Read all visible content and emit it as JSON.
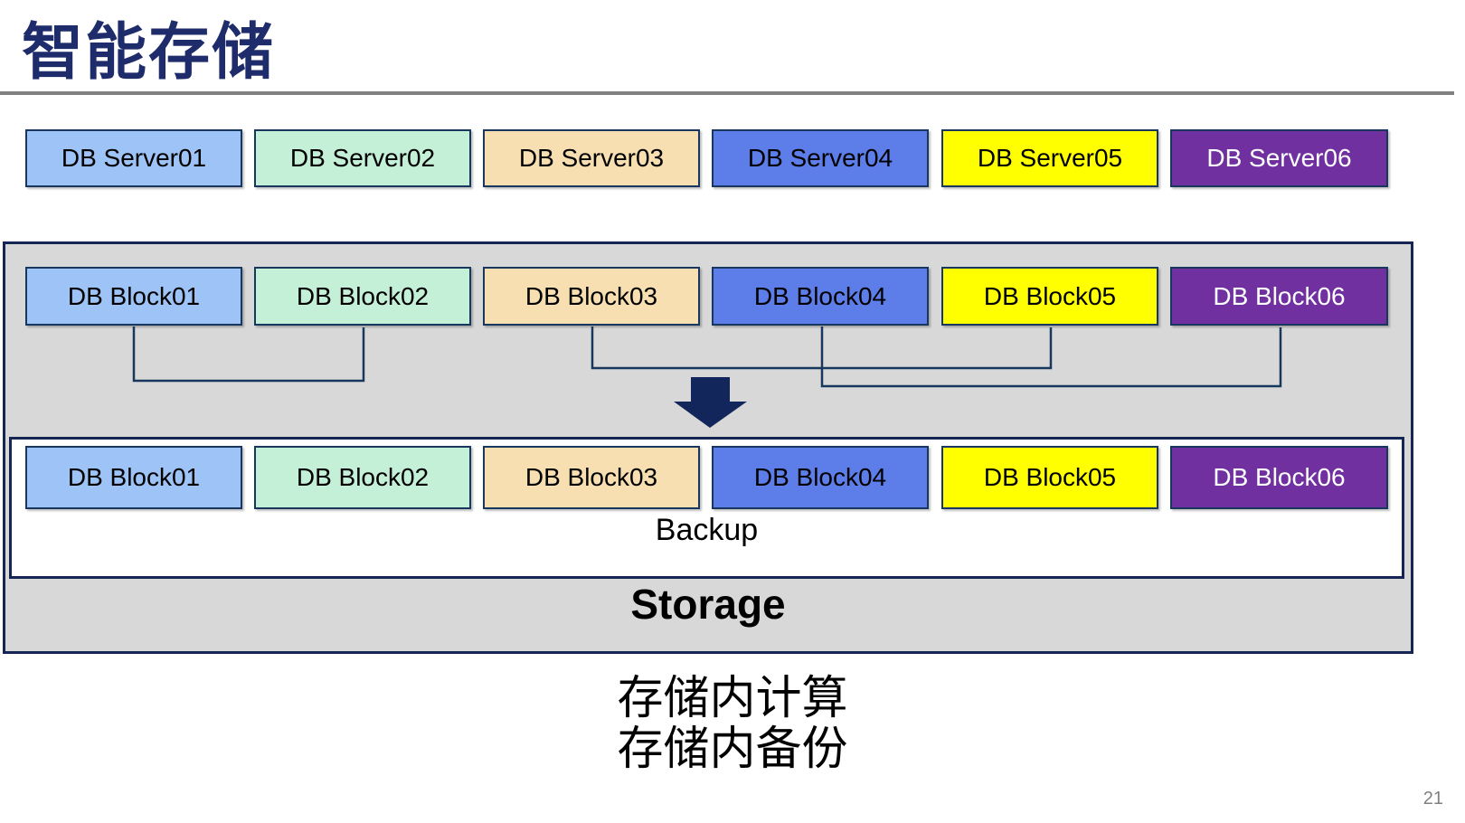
{
  "slide": {
    "title": "智能存储",
    "page_number": "21"
  },
  "palette": {
    "title_color": "#1F2C6B",
    "rule_gray": "#808080",
    "box_border": "#17375E",
    "panel_border": "#152655",
    "panel_gray": "#D8D8D8",
    "connector": "#17375E",
    "arrow": "#13265C",
    "yellow": "#FFFF00",
    "purple": "#7030A0",
    "light_blue": "#9DC3F7",
    "mint_green": "#C3F0D6",
    "tan": "#F8DFB2",
    "medium_blue": "#5D7DE8"
  },
  "servers": [
    {
      "label": "DB Server01",
      "fill": "#9DC3F7",
      "text_color": "#000000"
    },
    {
      "label": "DB Server02",
      "fill": "#C3F0D6",
      "text_color": "#000000"
    },
    {
      "label": "DB Server03",
      "fill": "#F8DFB2",
      "text_color": "#000000"
    },
    {
      "label": "DB Server04",
      "fill": "#5D7DE8",
      "text_color": "#000000"
    },
    {
      "label": "DB Server05",
      "fill": "#FFFF00",
      "text_color": "#000000"
    },
    {
      "label": "DB Server06",
      "fill": "#7030A0",
      "text_color": "#FFFFFF"
    }
  ],
  "blocks_top": [
    {
      "label": "DB Block01",
      "fill": "#9DC3F7",
      "text_color": "#000000"
    },
    {
      "label": "DB Block02",
      "fill": "#C3F0D6",
      "text_color": "#000000"
    },
    {
      "label": "DB Block03",
      "fill": "#F8DFB2",
      "text_color": "#000000"
    },
    {
      "label": "DB Block04",
      "fill": "#5D7DE8",
      "text_color": "#000000"
    },
    {
      "label": "DB Block05",
      "fill": "#FFFF00",
      "text_color": "#000000"
    },
    {
      "label": "DB Block06",
      "fill": "#7030A0",
      "text_color": "#FFFFFF"
    }
  ],
  "blocks_bottom": [
    {
      "label": "DB Block01",
      "fill": "#9DC3F7",
      "text_color": "#000000"
    },
    {
      "label": "DB Block02",
      "fill": "#C3F0D6",
      "text_color": "#000000"
    },
    {
      "label": "DB Block03",
      "fill": "#F8DFB2",
      "text_color": "#000000"
    },
    {
      "label": "DB Block04",
      "fill": "#5D7DE8",
      "text_color": "#000000"
    },
    {
      "label": "DB Block05",
      "fill": "#FFFF00",
      "text_color": "#000000"
    },
    {
      "label": "DB Block06",
      "fill": "#7030A0",
      "text_color": "#FFFFFF"
    }
  ],
  "storage": {
    "backup_label": "Backup",
    "storage_label": "Storage"
  },
  "captions": {
    "line1": "存储内计算",
    "line2": "存储内备份"
  }
}
